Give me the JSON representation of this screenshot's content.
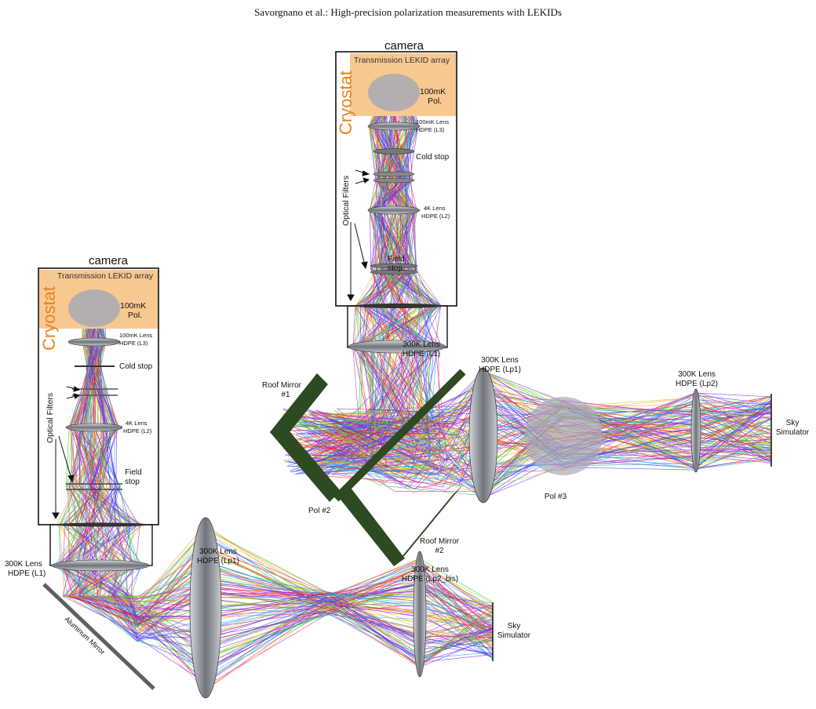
{
  "header": "Savorgnano et al.: High-precision polarization measurements with LEKIDs",
  "colors": {
    "cryostat_fill": "#f8c891",
    "cryostat_text": "#e8811e",
    "polarizer_fill": "#a9a9b4",
    "mirror_green": "#2e4a22",
    "lens_gray": "#8e929a",
    "rays": [
      "#ff1a1a",
      "#12d12f",
      "#d21fd8",
      "#3a3cff",
      "#ff9a1a",
      "#1aa6ff",
      "#c7c71a",
      "#7a1aff"
    ]
  },
  "left_setup": {
    "camera": "camera",
    "array": "Transmission LEKID array",
    "cryostat": "Cryostat",
    "pol_line1": "100mK",
    "pol_line2": "Pol.",
    "l3_line1": "100mK Lens",
    "l3_line2": "HDPE (L3)",
    "cold_stop": "Cold stop",
    "optical_filters": "Optical Filters",
    "l2_line1": "4K Lens",
    "l2_line2": "HDPE (L2)",
    "field_line1": "Field",
    "field_line2": "stop",
    "l1_line1": "300K Lens",
    "l1_line2": "HDPE (L1)",
    "mirror": "Aluminum Mirror",
    "lp1_line1": "300K Lens",
    "lp1_line2": "HDPE (Lp1)",
    "lp2_line1": "300K Lens",
    "lp2_line2": "HDPE (Lp2_bis)",
    "sky_line1": "Sky",
    "sky_line2": "Simulator"
  },
  "right_setup": {
    "camera": "camera",
    "array": "Transmission LEKID array",
    "cryostat": "Cryostat",
    "pol_line1": "100mK",
    "pol_line2": "Pol.",
    "l3_line1": "100mK Lens",
    "l3_line2": "HDPE (L3)",
    "cold_stop": "Cold stop",
    "optical_filters": "Optical Filters",
    "l2_line1": "4K Lens",
    "l2_line2": "HDPE (L2)",
    "field_line1": "Field",
    "field_line2": "stop",
    "l1_line1": "300K Lens",
    "l1_line2": "HDPE (L1)",
    "roof1_line1": "Roof Mirror",
    "roof1_line2": "#1",
    "pol2": "Pol #2",
    "roof2_line1": "Roof Mirror",
    "roof2_line2": "#2",
    "lp1_line1": "300K Lens",
    "lp1_line2": "HDPE (Lp1)",
    "pol3": "Pol #3",
    "lp2_line1": "300K Lens",
    "lp2_line2": "HDPE (Lp2)",
    "sky_line1": "Sky",
    "sky_line2": "Simulator"
  }
}
